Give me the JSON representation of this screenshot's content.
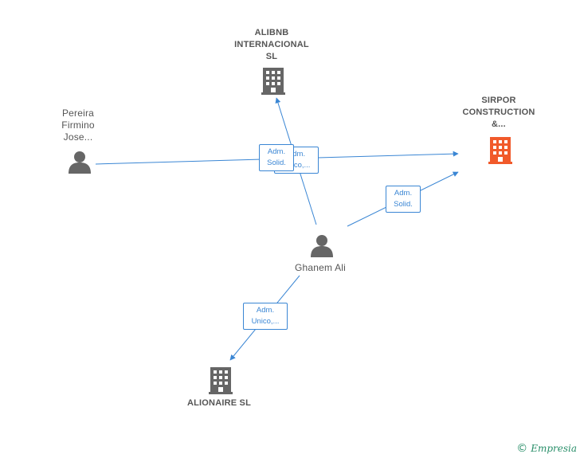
{
  "colors": {
    "edge": "#3a86d4",
    "person": "#666666",
    "company": "#666666",
    "highlight_company": "#f15a2b"
  },
  "nodes": {
    "alibnb": {
      "label_lines": [
        "ALIBNB",
        "INTERNACIONAL",
        "SL"
      ],
      "icon": "building-icon"
    },
    "sirpor": {
      "label_lines": [
        "SIRPOR",
        "CONSTRUCTION",
        "&..."
      ],
      "icon": "building-icon-highlight"
    },
    "pereira": {
      "label_lines": [
        "Pereira",
        "Firmino",
        "Jose..."
      ],
      "icon": "person-icon"
    },
    "ghanem": {
      "label_lines": [
        "Ghanem Ali"
      ],
      "icon": "person-icon"
    },
    "alionaire": {
      "label_lines": [
        "ALIONAIRE SL"
      ],
      "icon": "building-icon"
    }
  },
  "edges": {
    "pereira_sirpor": {
      "label_lines": [
        "Adm.",
        "Solid."
      ]
    },
    "ghanem_alibnb": {
      "label_lines": [
        "Adm.",
        "Unico,..."
      ]
    },
    "ghanem_sirpor": {
      "label_lines": [
        "Adm.",
        "Solid."
      ]
    },
    "ghanem_alionaire": {
      "label_lines": [
        "Adm.",
        "Unico,..."
      ]
    }
  },
  "footer": {
    "copyright": "©",
    "brand": "Empresia"
  }
}
